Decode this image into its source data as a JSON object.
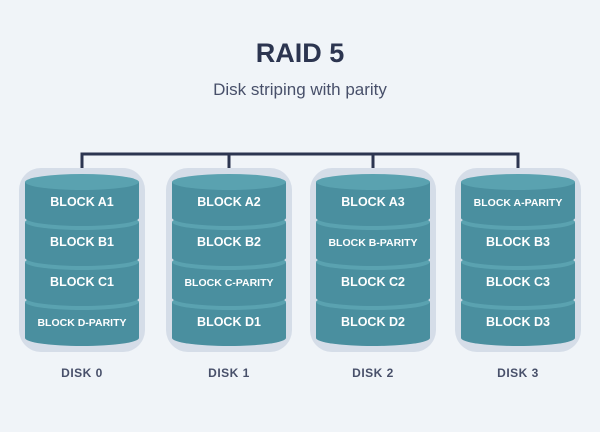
{
  "title": "RAID 5",
  "subtitle": "Disk striping with parity",
  "colors": {
    "block": "#4a8f9f",
    "block_top": "#5aa2b0",
    "block_shadow": "#3a7684",
    "halo": "#d5dde8",
    "connector": "#2c3550"
  },
  "disks": [
    {
      "label": "DISK 0",
      "blocks": [
        "BLOCK A1",
        "BLOCK B1",
        "BLOCK C1",
        "BLOCK D-PARITY"
      ]
    },
    {
      "label": "DISK 1",
      "blocks": [
        "BLOCK A2",
        "BLOCK B2",
        "BLOCK C-PARITY",
        "BLOCK D1"
      ]
    },
    {
      "label": "DISK 2",
      "blocks": [
        "BLOCK A3",
        "BLOCK B-PARITY",
        "BLOCK C2",
        "BLOCK D2"
      ]
    },
    {
      "label": "DISK 3",
      "blocks": [
        "BLOCK A-PARITY",
        "BLOCK B3",
        "BLOCK C3",
        "BLOCK D3"
      ]
    }
  ]
}
